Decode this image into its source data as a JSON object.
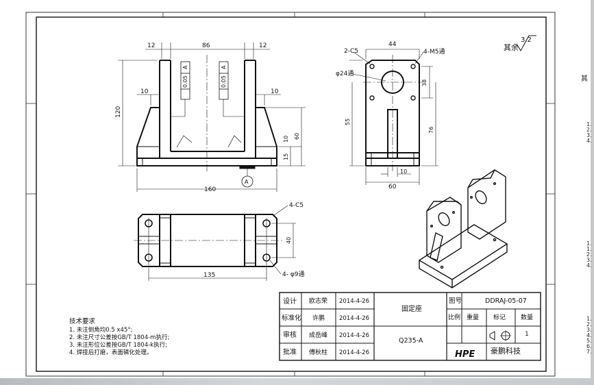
{
  "roughness": {
    "label": "其余",
    "value": "3.2"
  },
  "dims": {
    "top_left": "12",
    "top_mid": "86",
    "top_right": "12",
    "left_height": "120",
    "inner_left": "10",
    "inner_right": "10",
    "rib_h": "10",
    "rib_h2": "60",
    "base_h": "15",
    "total_w": "160",
    "datum": "A",
    "tol": "0.05",
    "side_w": "44",
    "side_chamfer": "2-C5",
    "side_holes": "4-M5通",
    "side_bore": "φ24通",
    "side_h1": "38",
    "side_h2": "55",
    "side_h3": "76",
    "side_slot": "10",
    "side_base": "60",
    "plan_chamfer": "4-C5",
    "plan_h": "40",
    "plan_w": "135",
    "plan_holes": "4- φ9通"
  },
  "notes": {
    "title": "技术要求",
    "items": [
      "1. 未注倒角均0.5 x45°;",
      "2. 未注尺寸公差按GB/T 1804-m执行;",
      "3. 未注形位公差按GB/T 1804-k执行;",
      "4. 焊接后打磨，表面磷化处理。"
    ]
  },
  "title_block": {
    "design_label": "设计",
    "design_name": "欧志荣",
    "design_date": "2014-4-26",
    "std_label": "标准化",
    "std_name": "许鹏",
    "std_date": "2014-4-26",
    "check_label": "审核",
    "check_name": "成岳峰",
    "check_date": "2014-4-26",
    "approve_label": "批准",
    "approve_name": "傅秋柱",
    "approve_date": "2014-4-26",
    "part_name": "固定座",
    "material": "Q235-A",
    "drawing_no_label": "图号",
    "drawing_no": "DDRAJ-05-07",
    "scale_label": "比例",
    "weight_label": "重量",
    "mark_label": "标记",
    "qty_label": "数量",
    "qty": "1",
    "company": "豪鹏科技",
    "logo": "HPE"
  },
  "side_notes": {
    "sep": "其",
    "group1": [
      "1.",
      "2.",
      "3.",
      "4."
    ],
    "group2": [
      "1.",
      "1.",
      "2.",
      "3.",
      "4."
    ],
    "group3": [
      "1.",
      "2.",
      "3.",
      "4.",
      "5.",
      "6.",
      "7."
    ]
  },
  "colors": {
    "line": "#111111",
    "background": "#ffffff",
    "panel": "#c4c8cc"
  }
}
